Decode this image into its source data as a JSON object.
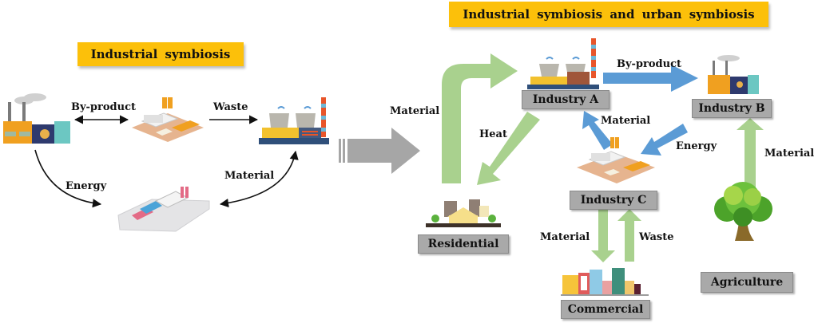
{
  "left_panel": {
    "title": "Industrial symbiosis",
    "edges": [
      {
        "label": "By-product",
        "from": "factory-1",
        "to": "factory-2",
        "direction": "both"
      },
      {
        "label": "Waste",
        "from": "factory-2",
        "to": "power-plant",
        "direction": "forward"
      },
      {
        "label": "Energy",
        "from": "factory-1",
        "to": "warehouse",
        "direction": "forward"
      },
      {
        "label": "Material",
        "from": "warehouse",
        "to": "power-plant",
        "direction": "both"
      }
    ]
  },
  "transition_arrow": {
    "icon": "big-right-arrow"
  },
  "right_panel": {
    "title": "Industrial symbiosis and urban symbiosis",
    "nodes": {
      "industry_a": "Industry A",
      "industry_b": "Industry B",
      "industry_c": "Industry C",
      "residential": "Residential",
      "commercial": "Commercial",
      "agriculture": "Agriculture"
    },
    "edges": [
      {
        "label": "By-product",
        "from": "Industry A",
        "to": "Industry B",
        "color": "#5b9bd5"
      },
      {
        "label": "Material",
        "from": "Industry C",
        "to": "Industry A",
        "color": "#5b9bd5"
      },
      {
        "label": "Energy",
        "from": "Industry B",
        "to": "Industry C",
        "color": "#5b9bd5"
      },
      {
        "label": "Material",
        "from": "Residential",
        "to": "Industry A",
        "color": "#a9d18e"
      },
      {
        "label": "Heat",
        "from": "Industry A",
        "to": "Residential",
        "color": "#a9d18e"
      },
      {
        "label": "Material",
        "from": "Industry C",
        "to": "Commercial",
        "color": "#a9d18e"
      },
      {
        "label": "Waste",
        "from": "Commercial",
        "to": "Industry C",
        "color": "#a9d18e"
      },
      {
        "label": "Material",
        "from": "Agriculture",
        "to": "Industry B",
        "color": "#a9d18e"
      }
    ]
  },
  "colors": {
    "title_bg": "#fcc00a",
    "label_bg": "#a9a9a9",
    "blue_arrow": "#5b9bd5",
    "green_arrow": "#a9d18e",
    "gray_arrow": "#a6a6a6"
  }
}
